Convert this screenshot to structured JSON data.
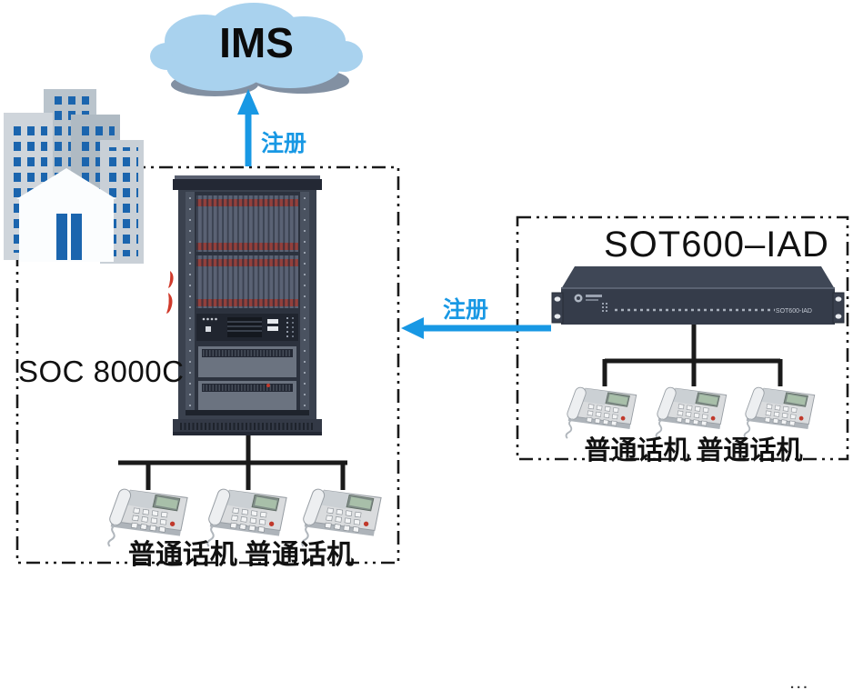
{
  "cloud": {
    "label": "IMS"
  },
  "arrows": {
    "register_to_ims": "注册",
    "register_to_soc": "注册"
  },
  "soc_group": {
    "title": "SOC 8000C",
    "phones_label": "普通话机 普通话机"
  },
  "iad_group": {
    "title": "SOT600–IAD",
    "device_print": "SOT600-IAD",
    "phones_label": "普通话机 普通话机"
  },
  "footer": {
    "more": "..."
  },
  "icons": {
    "cloud": "ims-cloud-icon",
    "building": "office-building-icon",
    "rack": "soc-rack-icon",
    "device": "iad-device-icon",
    "phone": "phone-icon",
    "arrow": "register-arrow-icon"
  },
  "colors": {
    "accent_blue": "#1898E4",
    "line_black": "#1A1A1A",
    "cloud_fill": "#A9D2EE",
    "cloud_shadow": "#8290A2",
    "window_blue": "#1B65AE",
    "rack_body": "#3A414E",
    "device_body": "#353C4A",
    "card_red": "#93403C",
    "text_black": "#111111"
  }
}
